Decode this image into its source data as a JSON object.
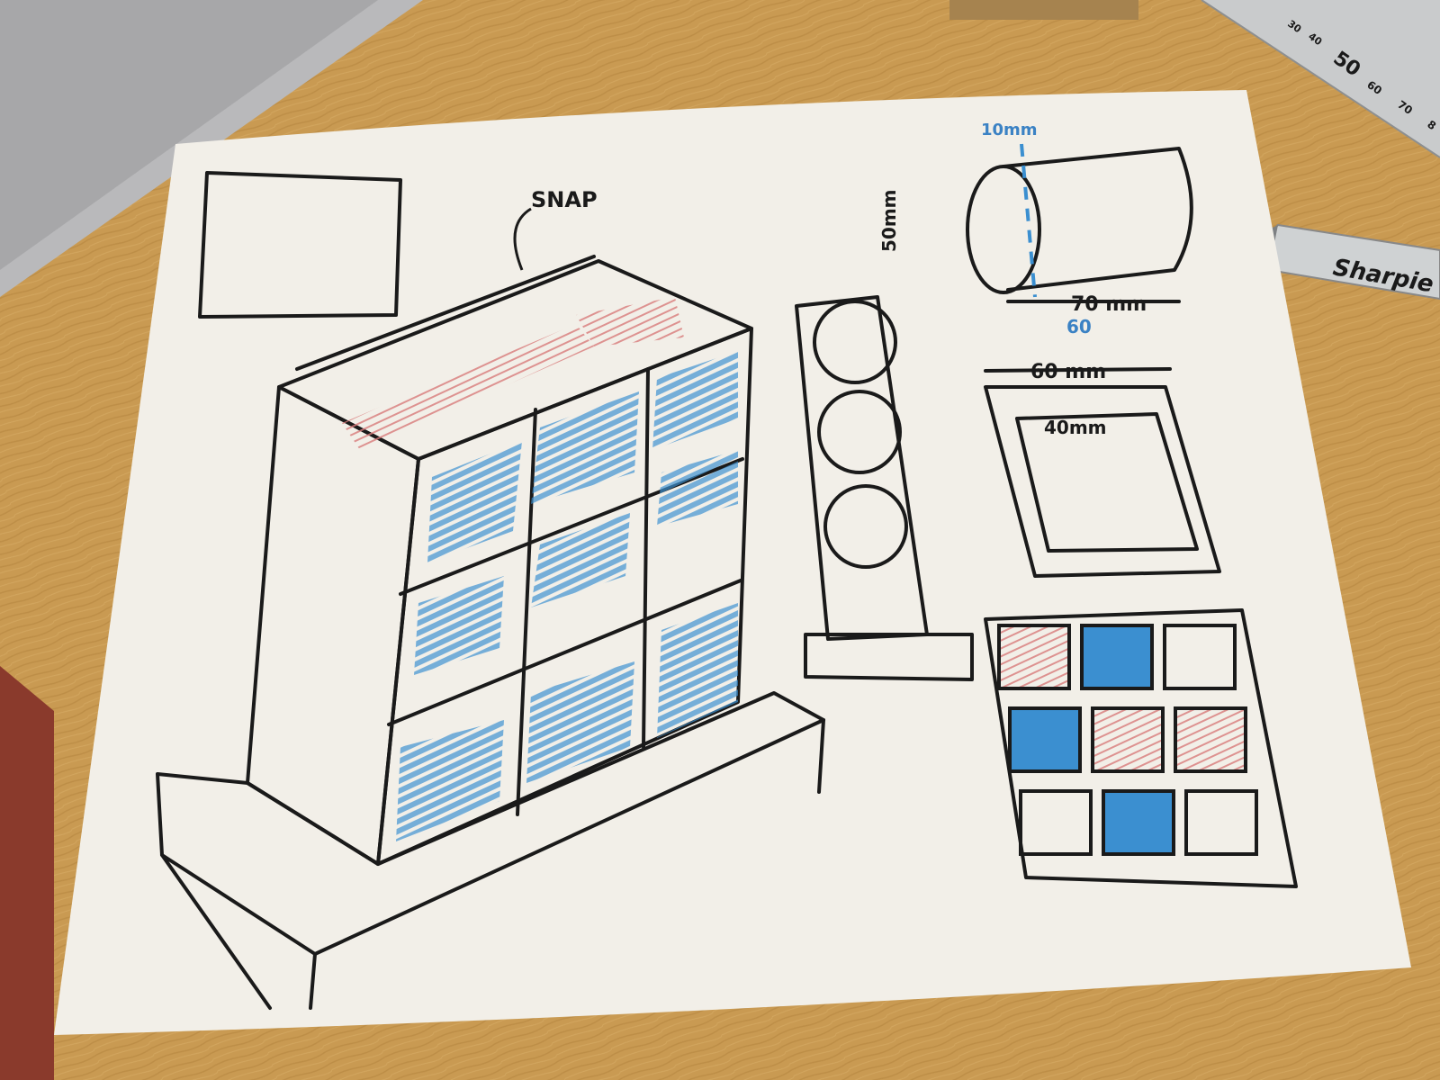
{
  "colors": {
    "table": "#c99a52",
    "paper": "#f2efe8",
    "ink": "#1a1a1a",
    "blue_marker": "#3b8fd0",
    "red_pencil": "#d97a7a",
    "laptop": "#b9b9bb",
    "cardboard": "#a6834f",
    "mat": "#8a3a2c"
  },
  "annotations": {
    "snap": "SNAP",
    "cyl_height": "50mm",
    "cyl_top": "10mm",
    "cyl_length": "70 mm",
    "cyl_length_alt": "60",
    "tile_outer": "60 mm",
    "tile_inner": "40mm"
  },
  "ruler": {
    "label_big": "50",
    "label_small_a": "30",
    "label_small_b": "40",
    "label_60": "60",
    "label_70": "70",
    "label_80": "8"
  },
  "marker": {
    "brand": "Sharpie"
  },
  "grid_pattern": {
    "rows": 3,
    "cols": 3,
    "cells": [
      "red",
      "blue",
      "empty",
      "blue",
      "red",
      "red",
      "empty",
      "blue",
      "empty"
    ]
  }
}
